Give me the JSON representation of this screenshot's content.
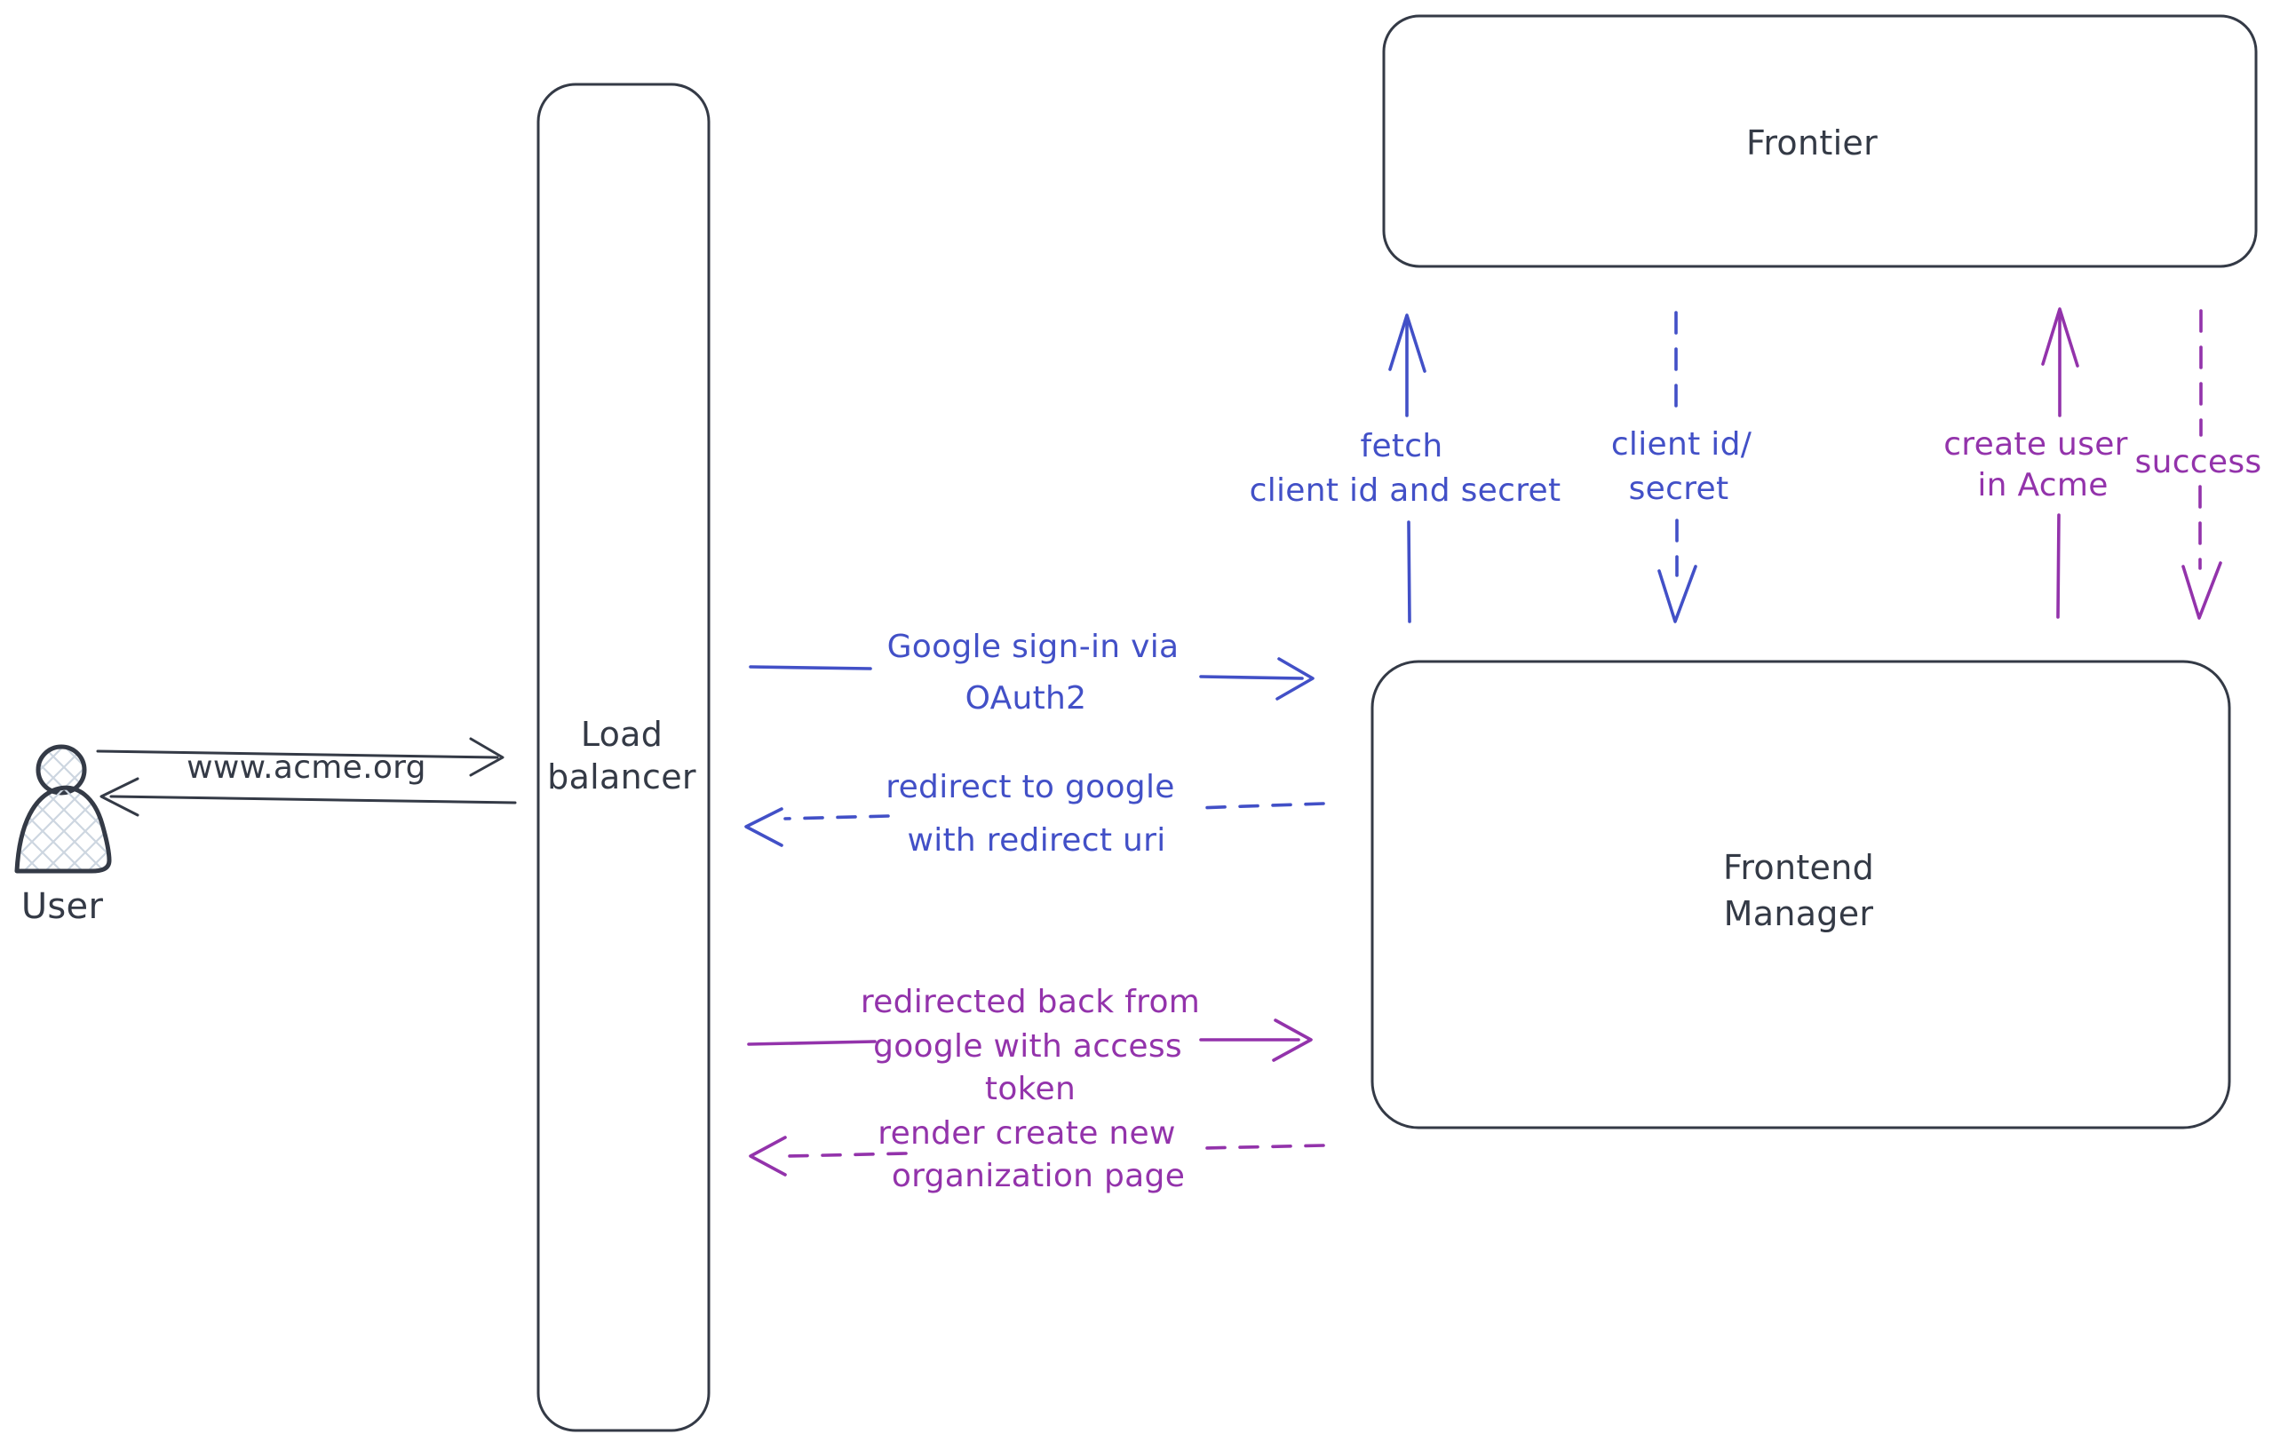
{
  "colors": {
    "background": "#ffffff",
    "ink": "#343a46",
    "blue": "#4250c7",
    "purple": "#9333ab",
    "hatch": "#cdd6e0"
  },
  "nodes": {
    "user": {
      "label": "User"
    },
    "load_balancer": {
      "line1": "Load",
      "line2": "balancer"
    },
    "frontier": {
      "label": "Frontier"
    },
    "frontend_manager": {
      "line1": "Frontend",
      "line2": "Manager"
    }
  },
  "edges": {
    "www_acme": {
      "label": "www.acme.org",
      "style": "solid",
      "direction": "right"
    },
    "lb_return": {
      "style": "solid",
      "direction": "left"
    },
    "google_signin": {
      "line1": "Google sign-in via",
      "line2": "OAuth2",
      "style": "solid",
      "direction": "right"
    },
    "redirect_google": {
      "line1": "redirect to google",
      "line2": "with redirect uri",
      "style": "dashed",
      "direction": "left"
    },
    "fetch_secret": {
      "line1": "fetch",
      "line2": "client id and secret",
      "style": "solid",
      "direction": "up"
    },
    "client_id_secret": {
      "line1": "client id/",
      "line2": "secret",
      "style": "dashed",
      "direction": "down"
    },
    "create_user": {
      "line1": "create user",
      "line2": "in Acme",
      "style": "solid",
      "direction": "up"
    },
    "success": {
      "label": "success",
      "style": "dashed",
      "direction": "down"
    },
    "redirected_back": {
      "line1": "redirected back from",
      "line2": "google with access",
      "line3": "token",
      "style": "solid",
      "direction": "right"
    },
    "render_org_page": {
      "line1": "render create new",
      "line2": "organization page",
      "style": "dashed",
      "direction": "left"
    }
  }
}
